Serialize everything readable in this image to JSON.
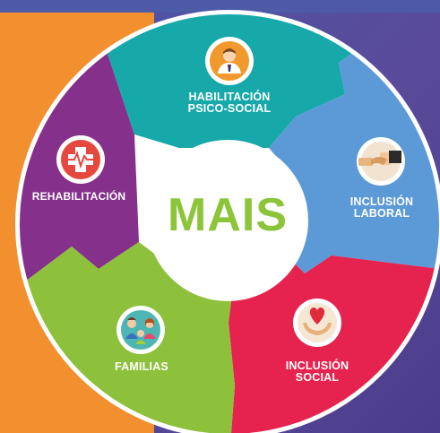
{
  "center_title": "MAIS",
  "segments": [
    {
      "label_lines": [
        "HABILITACIÓN",
        "PSICO-SOCIAL"
      ],
      "icon": "person-icon",
      "color": "#17a8a9"
    },
    {
      "label_lines": [
        "INCLUSIÓN",
        "LABORAL"
      ],
      "icon": "handshake-icon",
      "color": "#5b9ad6"
    },
    {
      "label_lines": [
        "INCLUSIÓN",
        "SOCIAL"
      ],
      "icon": "heart-hands-icon",
      "color": "#e5234e"
    },
    {
      "label_lines": [
        "FAMILIAS"
      ],
      "icon": "family-icon",
      "color": "#8dc03b"
    },
    {
      "label_lines": [
        "REHABILITACIÓN"
      ],
      "icon": "medical-cross-icon",
      "color": "#85318c"
    }
  ]
}
